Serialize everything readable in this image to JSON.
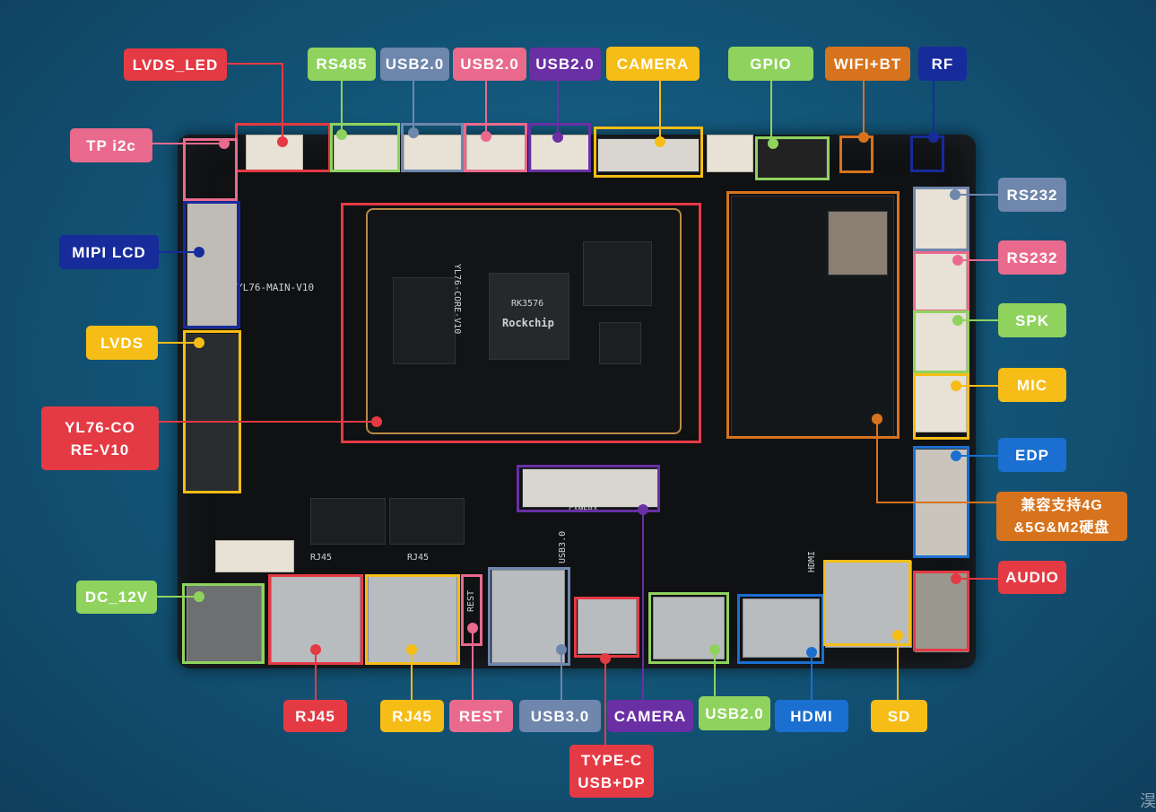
{
  "colors": {
    "red": "#e43a44",
    "green": "#8fd35e",
    "slate": "#6f86ad",
    "pink": "#e96a8d",
    "purple": "#6a2fa4",
    "yellow": "#f6bd16",
    "orange": "#d7731d",
    "navy": "#172b9a",
    "blue": "#1a6fd0"
  },
  "board": {
    "silk_main": "YL76-MAIN-V10",
    "silk_core": "YL76-CORE-V10",
    "silk_soc": "RK3576",
    "silk_brand": "Rockchip",
    "silk_rj45_a": "RJ45",
    "silk_rj45_b": "RJ45",
    "silk_rest": "REST",
    "silk_usb3": "USB3.0",
    "silk_camera": "CAMERA",
    "silk_hdmi": "HDMI"
  },
  "labels": [
    {
      "id": "lvds-led",
      "text": "LVDS_LED",
      "color": "red"
    },
    {
      "id": "rs485",
      "text": "RS485",
      "color": "green"
    },
    {
      "id": "usb20-a",
      "text": "USB2.0",
      "color": "slate"
    },
    {
      "id": "usb20-b",
      "text": "USB2.0",
      "color": "pink"
    },
    {
      "id": "usb20-c",
      "text": "USB2.0",
      "color": "purple"
    },
    {
      "id": "camera-top",
      "text": "CAMERA",
      "color": "yellow"
    },
    {
      "id": "gpio",
      "text": "GPIO",
      "color": "green"
    },
    {
      "id": "wifi-bt",
      "text": "WIFI+BT",
      "color": "orange"
    },
    {
      "id": "rf",
      "text": "RF",
      "color": "navy"
    },
    {
      "id": "tp-i2c",
      "text": "TP i2c",
      "color": "pink"
    },
    {
      "id": "mipi-lcd",
      "text": "MIPI LCD",
      "color": "navy"
    },
    {
      "id": "lvds",
      "text": "LVDS",
      "color": "yellow"
    },
    {
      "id": "core",
      "text": "YL76-CO\nRE-V10",
      "color": "red"
    },
    {
      "id": "dc-12v",
      "text": "DC_12V",
      "color": "green"
    },
    {
      "id": "rs232-a",
      "text": "RS232",
      "color": "slate"
    },
    {
      "id": "rs232-b",
      "text": "RS232",
      "color": "pink"
    },
    {
      "id": "spk",
      "text": "SPK",
      "color": "green"
    },
    {
      "id": "mic",
      "text": "MIC",
      "color": "yellow"
    },
    {
      "id": "edp",
      "text": "EDP",
      "color": "blue"
    },
    {
      "id": "m2",
      "text": "兼容支持4G\n&5G&M2硬盘",
      "color": "orange"
    },
    {
      "id": "audio",
      "text": "AUDIO",
      "color": "red"
    },
    {
      "id": "rj45-a",
      "text": "RJ45",
      "color": "red"
    },
    {
      "id": "rj45-b",
      "text": "RJ45",
      "color": "yellow"
    },
    {
      "id": "rest",
      "text": "REST",
      "color": "pink"
    },
    {
      "id": "usb30",
      "text": "USB3.0",
      "color": "slate"
    },
    {
      "id": "camera-bottom",
      "text": "CAMERA",
      "color": "purple"
    },
    {
      "id": "usb20-bottom",
      "text": "USB2.0",
      "color": "green"
    },
    {
      "id": "hdmi",
      "text": "HDMI",
      "color": "blue"
    },
    {
      "id": "sd",
      "text": "SD",
      "color": "yellow"
    },
    {
      "id": "type-c",
      "text": "TYPE-C\nUSB+DP",
      "color": "red"
    }
  ],
  "watermark": "淏"
}
